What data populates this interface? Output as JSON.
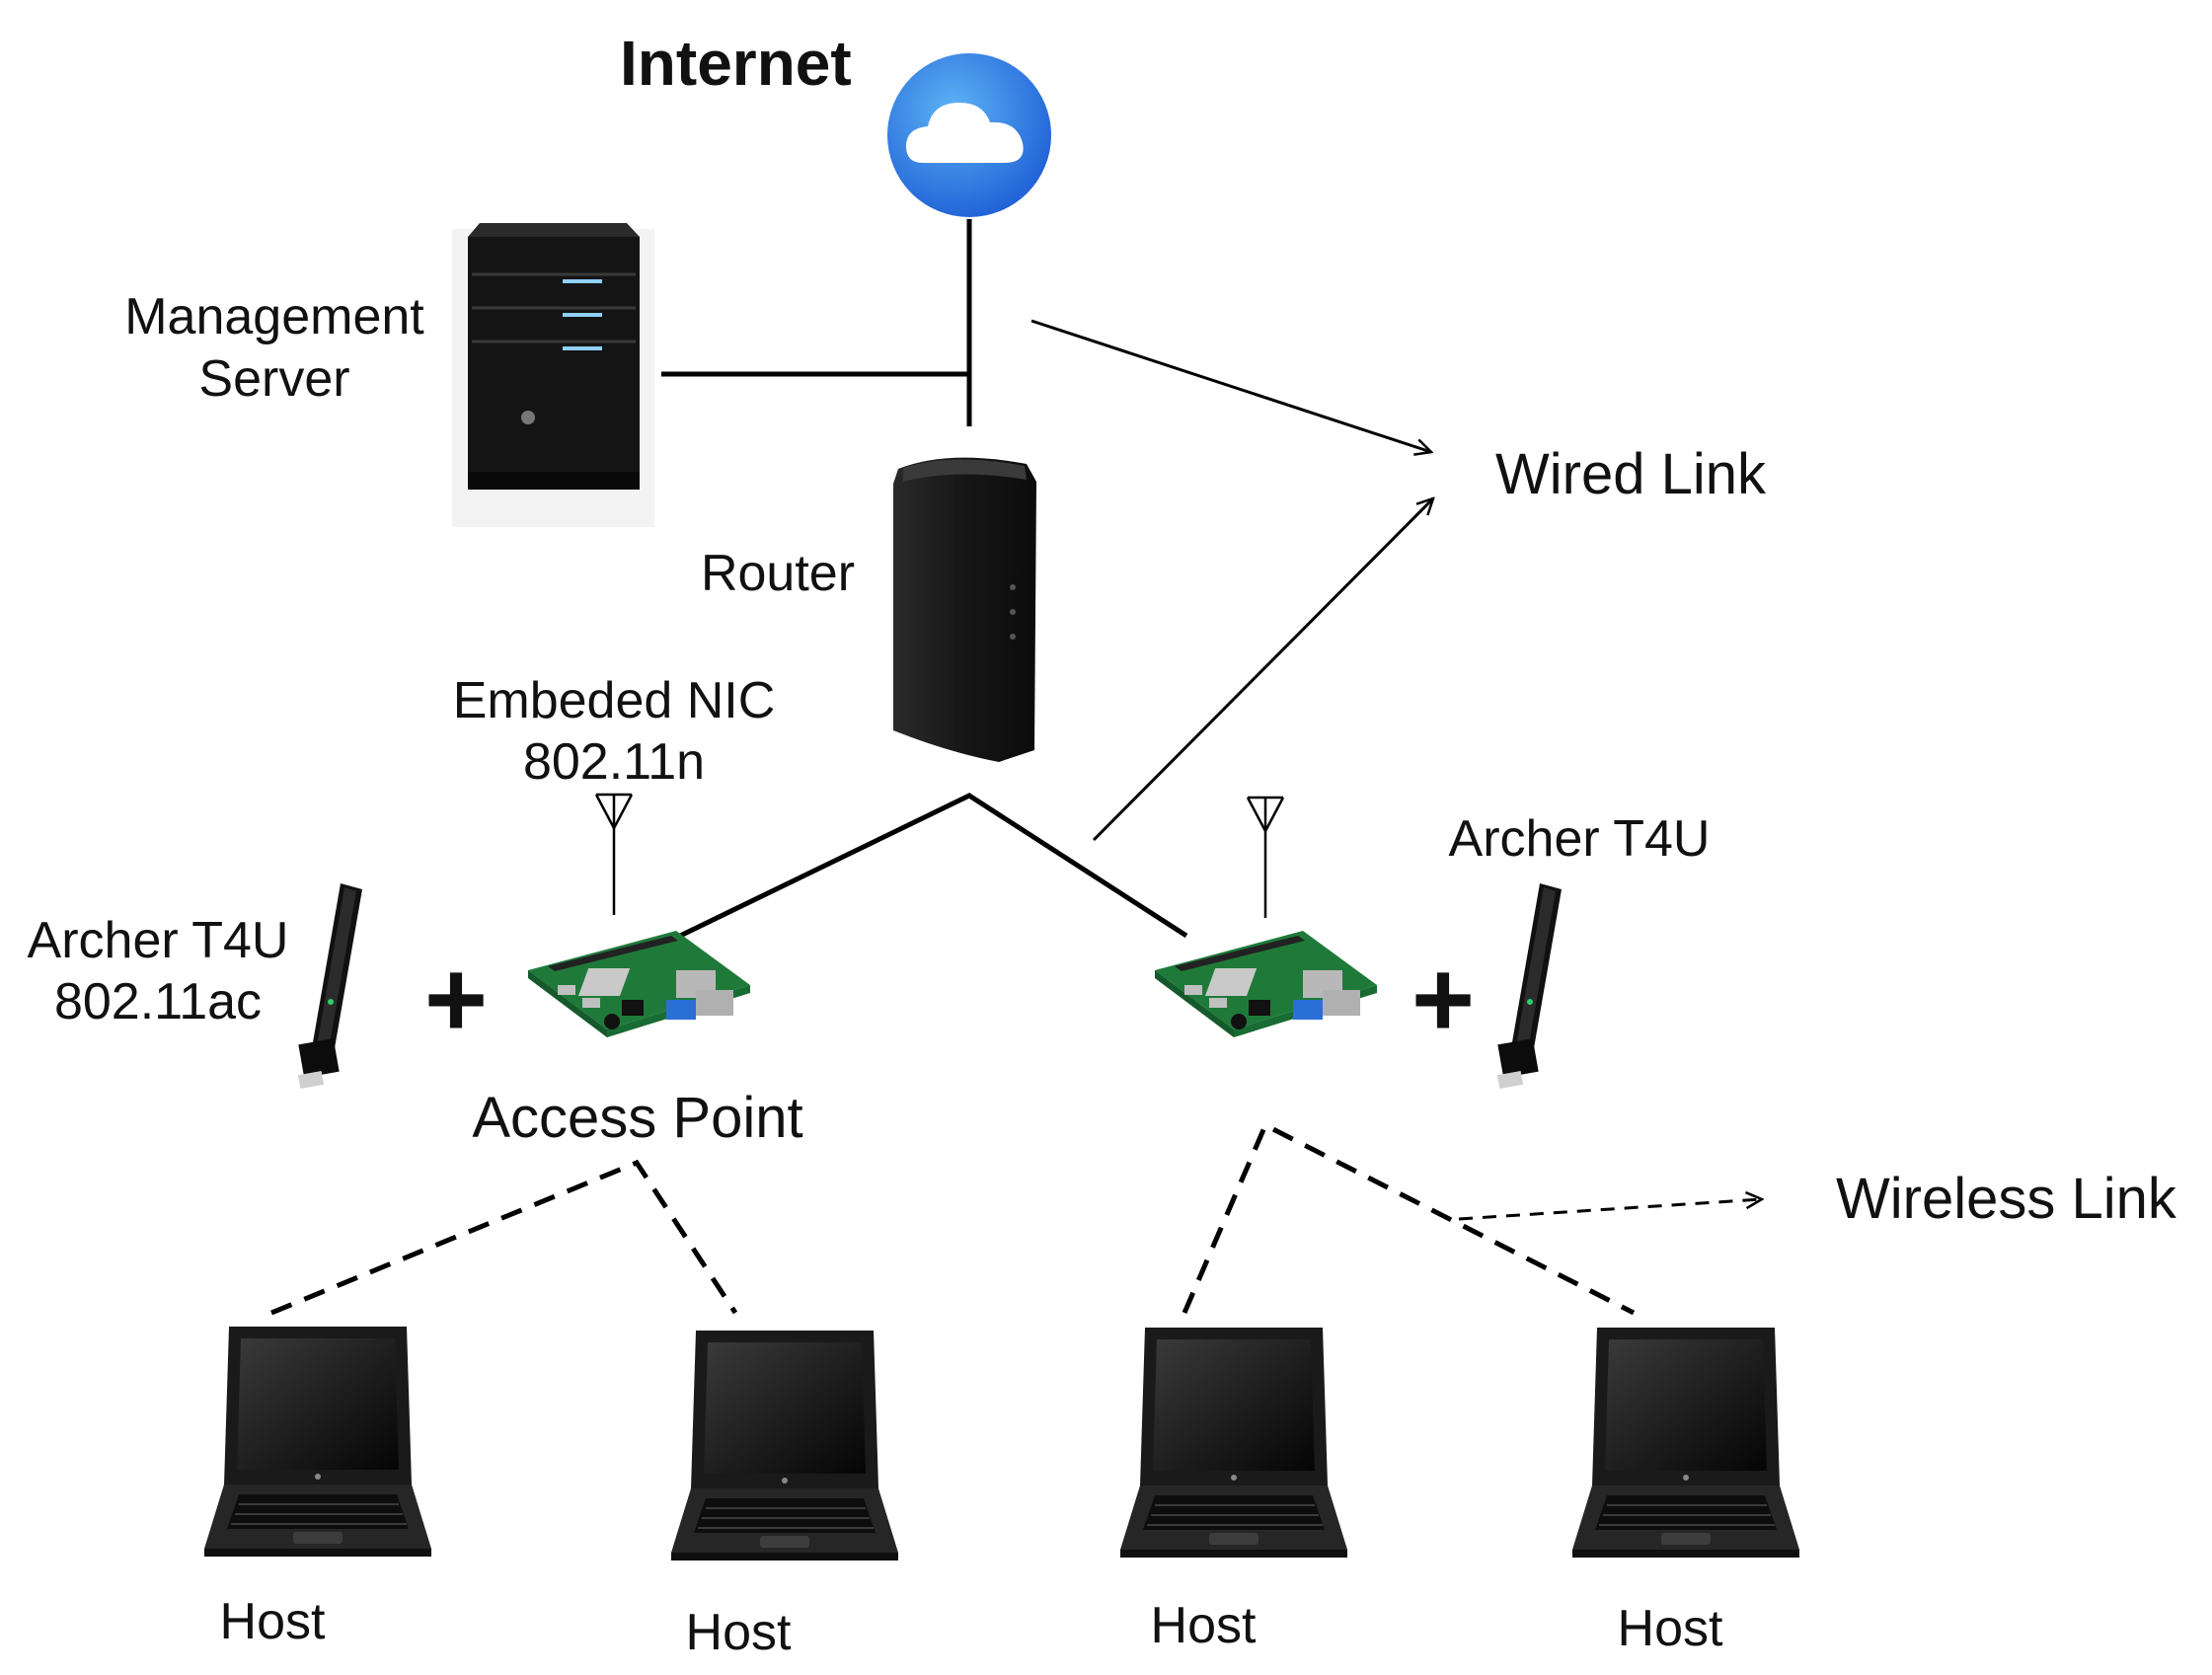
{
  "labels": {
    "internet": "Internet",
    "management_server_line1": "Management",
    "management_server_line2": "Server",
    "router": "Router",
    "embedded_nic_line1": "Embeded NIC",
    "embedded_nic_line2": "802.11n",
    "archer_left_line1": "Archer T4U",
    "archer_left_line2": "802.11ac",
    "archer_right": "Archer T4U",
    "access_point": "Access Point",
    "wired_link": "Wired Link",
    "wireless_link": "Wireless Link",
    "plus": "+",
    "host": "Host"
  },
  "hosts": [
    "Host",
    "Host",
    "Host",
    "Host"
  ],
  "colors": {
    "cloud_gradient_start": "#4aa3f0",
    "cloud_gradient_end": "#1f5fd6",
    "line": "#000000",
    "pcb": "#1f7a3a",
    "device_dark": "#1b1b1b"
  },
  "icons": [
    "cloud-icon",
    "server-icon",
    "router-icon",
    "raspberry-pi-icon",
    "usb-wifi-adapter-icon",
    "antenna-icon",
    "laptop-icon"
  ]
}
